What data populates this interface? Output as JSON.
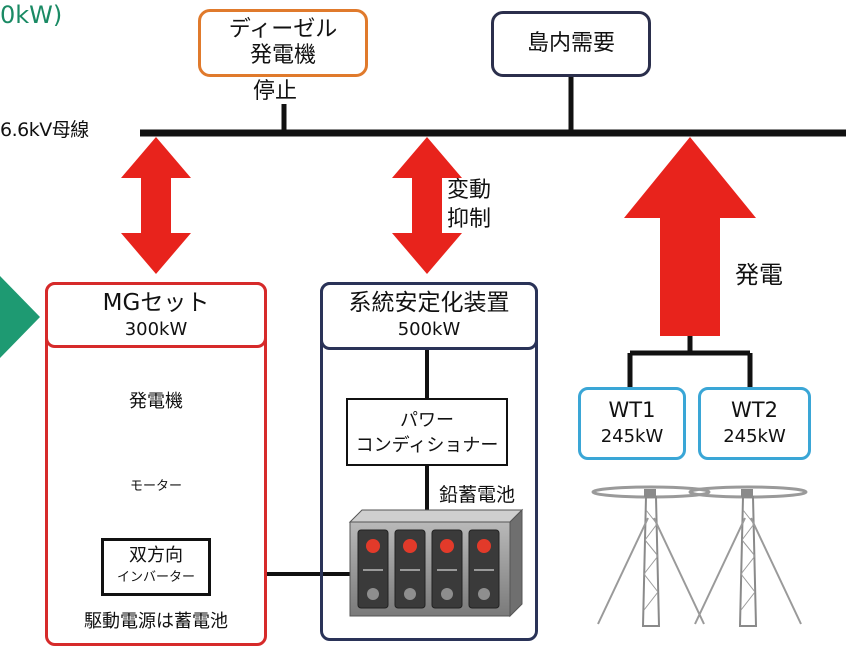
{
  "header": {
    "cut_caption": "0kW)"
  },
  "bus": {
    "label": "6.6kV母線"
  },
  "diesel": {
    "line1": "ディーゼル",
    "line2": "発電機",
    "status": "停止"
  },
  "demand": {
    "label": "島内需要"
  },
  "stabilizer_link": {
    "line1": "変動",
    "line2": "抑制"
  },
  "wind_link": {
    "label": "発電"
  },
  "mg_set": {
    "title": "MGセット",
    "capacity": "300kW",
    "generator": "発電機",
    "motor": "モーター",
    "inverter_line1": "双方向",
    "inverter_line2": "インバーター",
    "footer": "駆動電源は蓄電池"
  },
  "stabilizer": {
    "title": "系統安定化装置",
    "capacity": "500kW",
    "pcs_line1": "パワー",
    "pcs_line2": "コンディショナー",
    "battery_label": "鉛蓄電池"
  },
  "wt1": {
    "name": "WT1",
    "capacity": "245kW"
  },
  "wt2": {
    "name": "WT2",
    "capacity": "245kW"
  },
  "colors": {
    "caption_green": "#1a8a64",
    "pointer_teal": "#1e9a72",
    "diesel_orange": "#e07a2c",
    "demand_navy": "#2b2f4c",
    "mg_red": "#d62a2a",
    "stabilizer_navy": "#2a3358",
    "wind_blue": "#3aa6d6",
    "arrow_red": "#e8231c",
    "line_black": "#111111",
    "battery_grey": "#8f8f8f",
    "battery_cell": "#3a3a3a",
    "battery_terminal": "#e23a2a",
    "turbine_grey": "#9a9a9a"
  }
}
